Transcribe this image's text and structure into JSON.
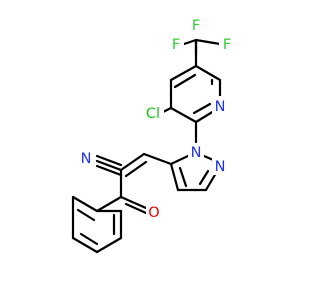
{
  "molecule": {
    "atoms": {
      "F1": "F",
      "F2": "F",
      "F3": "F",
      "Cl": "Cl",
      "N_pyr": "N",
      "N1_pz": "N",
      "N2_pz": "N",
      "N_cn": "N",
      "O": "O"
    },
    "colors": {
      "F": "#33cc33",
      "Cl": "#1fbf1f",
      "N": "#1f33e6",
      "O": "#e60000",
      "C": "#000000"
    }
  }
}
